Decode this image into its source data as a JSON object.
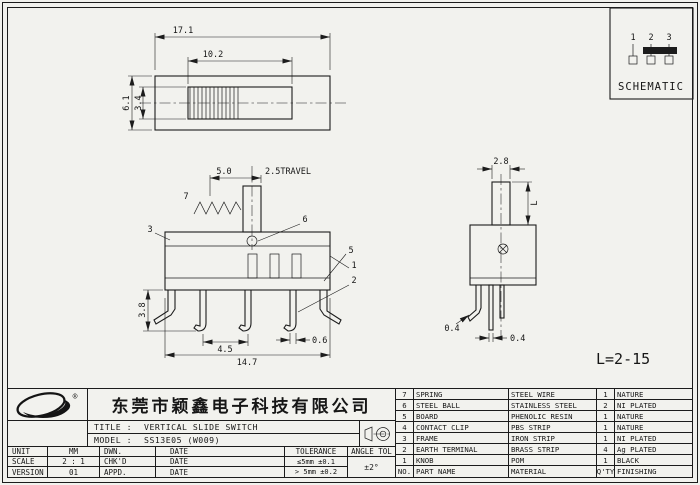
{
  "top_view": {
    "dim_outer_width": "17.1",
    "dim_slot_width": "10.2",
    "dim_outer_height": "6.1",
    "dim_slot_height": "3.4"
  },
  "schematic": {
    "pin1": "1",
    "pin2": "2",
    "pin3": "3",
    "title": "SCHEMATIC"
  },
  "front_view": {
    "dim_knob_span": "5.0",
    "travel_note": "2.5TRAVEL",
    "callout_spring": "7",
    "callout_frame": "3",
    "callout_ball": "6",
    "callout_board": "5",
    "callout_knob": "1",
    "callout_terminal": "2",
    "dim_terminal_length": "3.8",
    "dim_pin_pitch": "4.5",
    "dim_pin_width": "0.6",
    "dim_body_width": "14.7"
  },
  "side_view": {
    "dim_knob_width": "2.8",
    "dim_knob_length_label": "L",
    "dim_leg_width": "0.4",
    "dim_pin_width": "0.4"
  },
  "notes": {
    "length_note": "L=2-15"
  },
  "title_block": {
    "logo_reg": "®",
    "company": "东莞市颖鑫电子科技有限公司",
    "title_label": "TITLE :",
    "title_value": "VERTICAL SLIDE SWITCH",
    "model_label": "MODEL :",
    "model_value": "SS13E05 (W009)",
    "unit_label": "UNIT",
    "unit_value": "MM",
    "scale_label": "SCALE",
    "scale_value": "2 : 1",
    "version_label": "VERSION",
    "version_value": "01",
    "drawn_label": "DWN.",
    "checked_label": "CHK'D",
    "approved_label": "APPD.",
    "date_label": "DATE",
    "tolerance_label": "TOLERANCE",
    "tolerance_row1": "≤5mm ±0.1",
    "tolerance_row2": "> 5mm ±0.2",
    "angle_tol_label": "ANGLE TOL",
    "angle_tol_value": "±2°"
  },
  "parts_table": {
    "header": {
      "no": "NO.",
      "name": "PART NAME",
      "material": "MATERIAL",
      "qty": "Q'TY",
      "finish": "FINISHING"
    },
    "rows": [
      {
        "no": "7",
        "name": "SPRING",
        "material": "STEEL WIRE",
        "qty": "1",
        "finish": "NATURE"
      },
      {
        "no": "6",
        "name": "STEEL BALL",
        "material": "STAINLESS STEEL",
        "qty": "2",
        "finish": "NI PLATED"
      },
      {
        "no": "5",
        "name": "BOARD",
        "material": "PHENOLIC RESIN",
        "qty": "1",
        "finish": "NATURE"
      },
      {
        "no": "4",
        "name": "CONTACT CLIP",
        "material": "PBS STRIP",
        "qty": "1",
        "finish": "NATURE"
      },
      {
        "no": "3",
        "name": "FRAME",
        "material": "IRON STRIP",
        "qty": "1",
        "finish": "NI PLATED"
      },
      {
        "no": "2",
        "name": "EARTH TERMINAL",
        "material": "BRASS STRIP",
        "qty": "4",
        "finish": "Ag PLATED"
      },
      {
        "no": "1",
        "name": "KNOB",
        "material": "POM",
        "qty": "1",
        "finish": "BLACK"
      }
    ]
  }
}
